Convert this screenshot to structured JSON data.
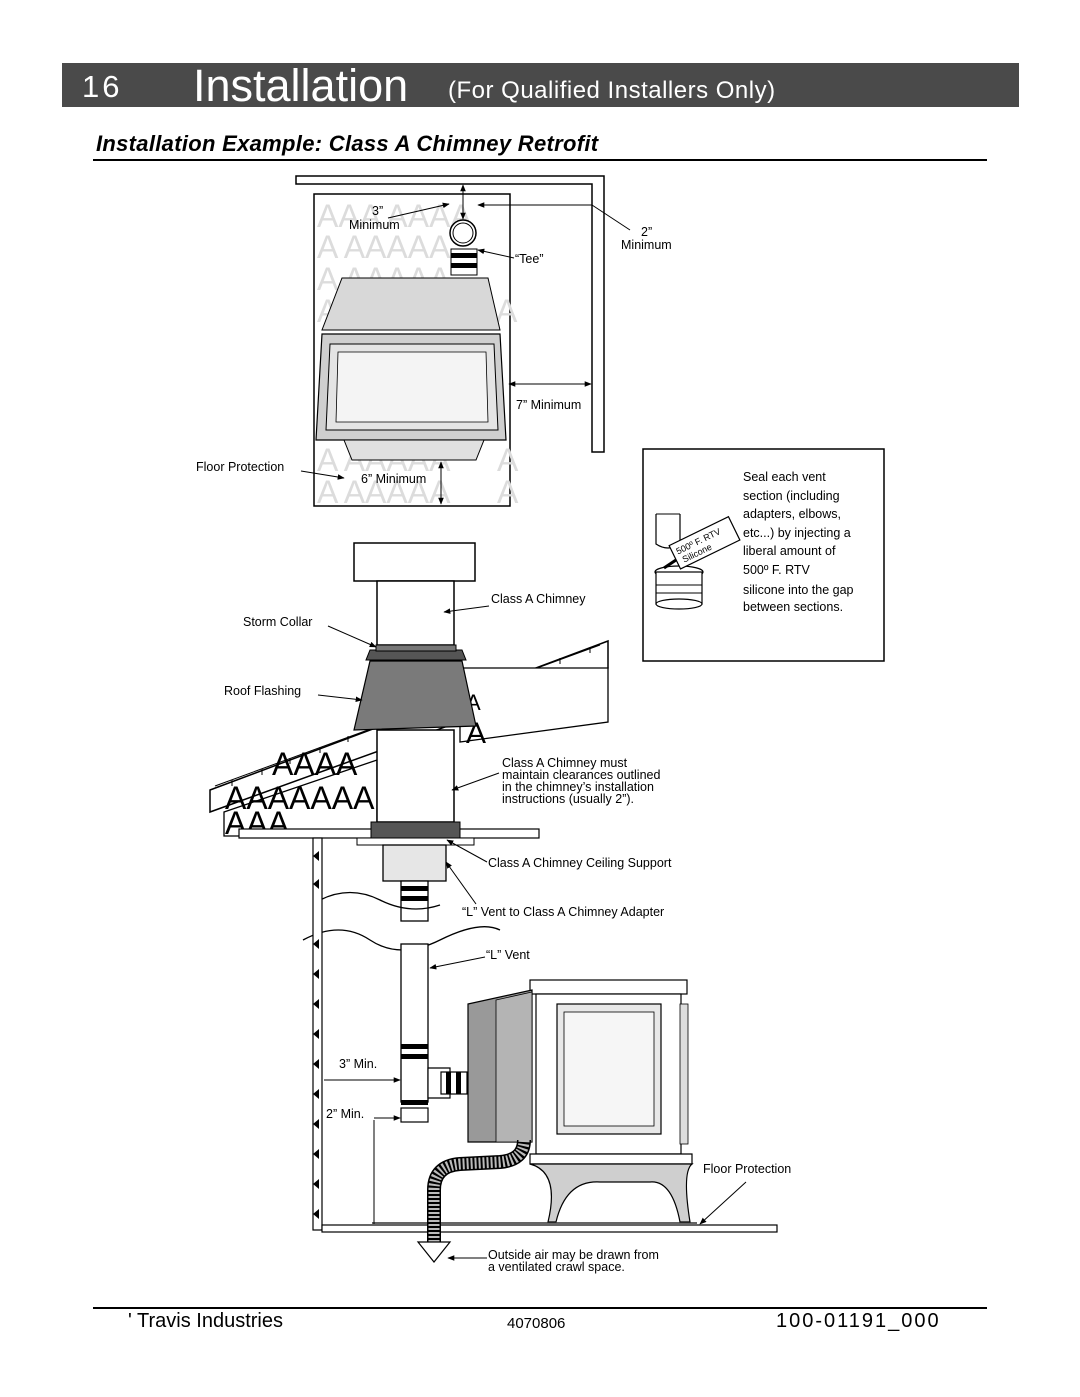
{
  "header": {
    "page_number": "16",
    "title": "Installation",
    "subtitle": "(For Qualified Installers Only)"
  },
  "section_title": "Installation Example: Class A Chimney Retrofit",
  "labels": {
    "three_minimum_top": "3”",
    "minimum_top": "Minimum",
    "two_top": "2”",
    "minimum_right": "Minimum",
    "tee": "“Tee”",
    "seven_minimum": "7” Minimum",
    "floor_protection_top": "Floor Protection",
    "six_minimum": "6” Minimum",
    "class_a_chimney": "Class A Chimney",
    "storm_collar": "Storm Collar",
    "roof_flashing": "Roof Flashing",
    "clearance_note": [
      "Class A Chimney must",
      "maintain clearances outlined",
      "in the chimney’s installation",
      "instructions (usually 2”)."
    ],
    "ceiling_support": "Class A Chimney Ceiling Support",
    "adapter": "“L” Vent to Class A Chimney Adapter",
    "l_vent": "“L” Vent",
    "three_min": "3” Min.",
    "two_min": "2” Min.",
    "floor_protection_bottom": "Floor Protection",
    "outside_air": [
      "Outside air may be drawn from",
      "a ventilated crawl space."
    ]
  },
  "inset": {
    "text": [
      "Seal each vent",
      "section (including",
      "adapters, elbows,",
      "etc...) by injecting a",
      "liberal amount of",
      "500º F. RTV",
      "silicone into the gap",
      "between sections."
    ],
    "tube_label_1": "500º F. RTV",
    "tube_label_2": "Silicone"
  },
  "footer": {
    "company": "' Travis Industries",
    "code": "4070806",
    "part_number": "100-01191_000"
  }
}
